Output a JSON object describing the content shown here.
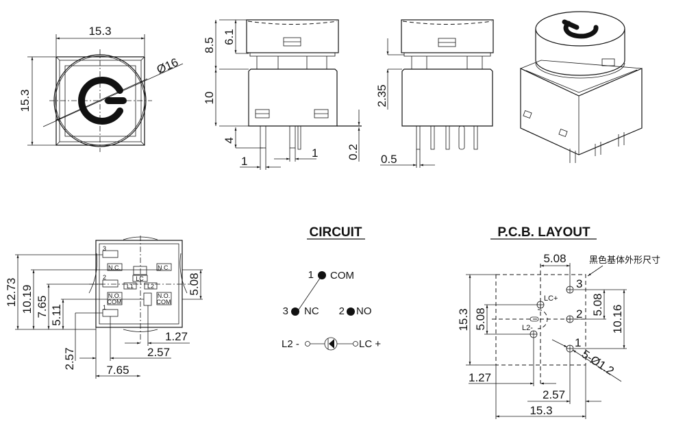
{
  "top_view": {
    "width_label": "15.3",
    "height_label": "15.3",
    "diameter_label": "Ø16",
    "icon": "power-icon"
  },
  "front_view": {
    "total_cap_label": "8.5",
    "cap_height_label": "6.1",
    "body_height_label": "10",
    "pin_length_label": "4",
    "pin_width_label": "1",
    "pin_width2_label": "1",
    "standoff_label": "0.2"
  },
  "side_view": {
    "gap_label": "2.35",
    "pin_thickness_label": "0.5"
  },
  "bottom_view": {
    "dims": [
      "12.73",
      "10.19",
      "7.65",
      "5.11",
      "5.08",
      "1.27",
      "2.57",
      "2.57",
      "7.65"
    ],
    "pin_labels": [
      "3",
      "2",
      "1"
    ],
    "marks": {
      "nc_left": "N.C.",
      "nc_right": "N.C.",
      "lc": "LC",
      "l1": "L1",
      "l2": "L2",
      "no_left": "N.O.",
      "com_left": "COM",
      "no_right": "N.O.",
      "com_right": "COM"
    }
  },
  "circuit": {
    "title": "CIRCUIT",
    "com_num": "1",
    "com_label": "COM",
    "nc_num": "3",
    "nc_label": "NC",
    "no_num": "2",
    "no_label": "NO",
    "led_neg": "L2 -",
    "led_pos": "LC +"
  },
  "pcb": {
    "title": "P.C.B. LAYOUT",
    "note": "黑色基体外形尺寸",
    "dim_top": "5.08",
    "dim_right_inner": "5.08",
    "dim_right_outer": "10.16",
    "dim_left_outer": "15.3",
    "dim_left_inner": "5.08",
    "dim_hole": "5-Ø1.2",
    "dim_127": "1.27",
    "dim_257": "2.57",
    "dim_bottom": "15.3",
    "pin3": "3",
    "pin2": "2",
    "pin1": "1",
    "lc_plus": "LC+",
    "l2_minus": "L2-"
  }
}
